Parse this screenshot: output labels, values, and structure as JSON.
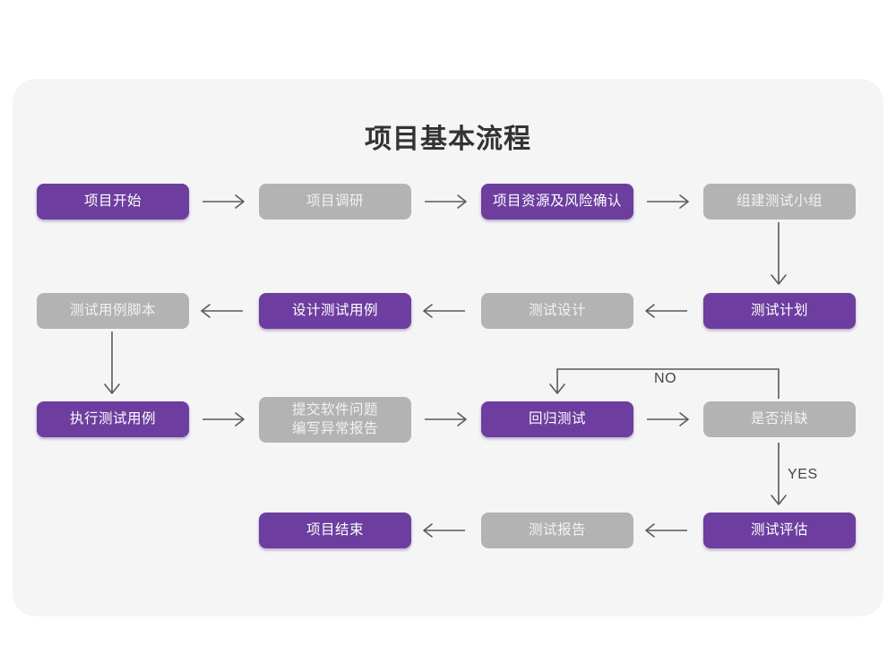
{
  "page": {
    "title": "项目基本流程",
    "card_background": "#f5f5f6",
    "canvas_background": "#ffffff",
    "accent_purple": "#6d3e9f",
    "muted_gray": "#b3b3b4",
    "connector_color": "#5a5a5a"
  },
  "diagram": {
    "type": "flowchart",
    "orientation": "boustrophedon-rows",
    "nodes": [
      {
        "id": "n1",
        "label": "项目开始",
        "style": "purple",
        "row": 1,
        "col": 1
      },
      {
        "id": "n2",
        "label": "项目调研",
        "style": "gray",
        "row": 1,
        "col": 2
      },
      {
        "id": "n3",
        "label": "项目资源及风险确认",
        "style": "purple",
        "row": 1,
        "col": 3
      },
      {
        "id": "n4",
        "label": "组建测试小组",
        "style": "gray",
        "row": 1,
        "col": 4
      },
      {
        "id": "n5",
        "label": "测试计划",
        "style": "purple",
        "row": 2,
        "col": 4
      },
      {
        "id": "n6",
        "label": "测试设计",
        "style": "gray",
        "row": 2,
        "col": 3
      },
      {
        "id": "n7",
        "label": "设计测试用例",
        "style": "purple",
        "row": 2,
        "col": 2
      },
      {
        "id": "n8",
        "label": "测试用例脚本",
        "style": "gray",
        "row": 2,
        "col": 1
      },
      {
        "id": "n9",
        "label": "执行测试用例",
        "style": "purple",
        "row": 3,
        "col": 1
      },
      {
        "id": "n10",
        "label": "提交软件问题\n编写异常报告",
        "style": "gray",
        "row": 3,
        "col": 2,
        "multiline": true,
        "line1": "提交软件问题",
        "line2": "编写异常报告"
      },
      {
        "id": "n11",
        "label": "回归测试",
        "style": "purple",
        "row": 3,
        "col": 3
      },
      {
        "id": "n12",
        "label": "是否消缺",
        "style": "gray",
        "row": 3,
        "col": 4
      },
      {
        "id": "n13",
        "label": "测试评估",
        "style": "purple",
        "row": 4,
        "col": 4
      },
      {
        "id": "n14",
        "label": "测试报告",
        "style": "gray",
        "row": 4,
        "col": 3
      },
      {
        "id": "n15",
        "label": "项目结束",
        "style": "purple",
        "row": 4,
        "col": 2
      }
    ],
    "edges": [
      {
        "from": "n1",
        "to": "n2",
        "direction": "right",
        "label": ""
      },
      {
        "from": "n2",
        "to": "n3",
        "direction": "right",
        "label": ""
      },
      {
        "from": "n3",
        "to": "n4",
        "direction": "right",
        "label": ""
      },
      {
        "from": "n4",
        "to": "n5",
        "direction": "down",
        "label": ""
      },
      {
        "from": "n5",
        "to": "n6",
        "direction": "left",
        "label": ""
      },
      {
        "from": "n6",
        "to": "n7",
        "direction": "left",
        "label": ""
      },
      {
        "from": "n7",
        "to": "n8",
        "direction": "left",
        "label": ""
      },
      {
        "from": "n8",
        "to": "n9",
        "direction": "down",
        "label": ""
      },
      {
        "from": "n9",
        "to": "n10",
        "direction": "right",
        "label": ""
      },
      {
        "from": "n10",
        "to": "n11",
        "direction": "right",
        "label": ""
      },
      {
        "from": "n11",
        "to": "n12",
        "direction": "right",
        "label": ""
      },
      {
        "from": "n12",
        "to": "n11",
        "direction": "loop-up-left",
        "label": "NO"
      },
      {
        "from": "n12",
        "to": "n13",
        "direction": "down",
        "label": "YES"
      },
      {
        "from": "n13",
        "to": "n14",
        "direction": "left",
        "label": ""
      },
      {
        "from": "n14",
        "to": "n15",
        "direction": "left",
        "label": ""
      }
    ],
    "edge_labels": {
      "no": "NO",
      "yes": "YES"
    }
  }
}
